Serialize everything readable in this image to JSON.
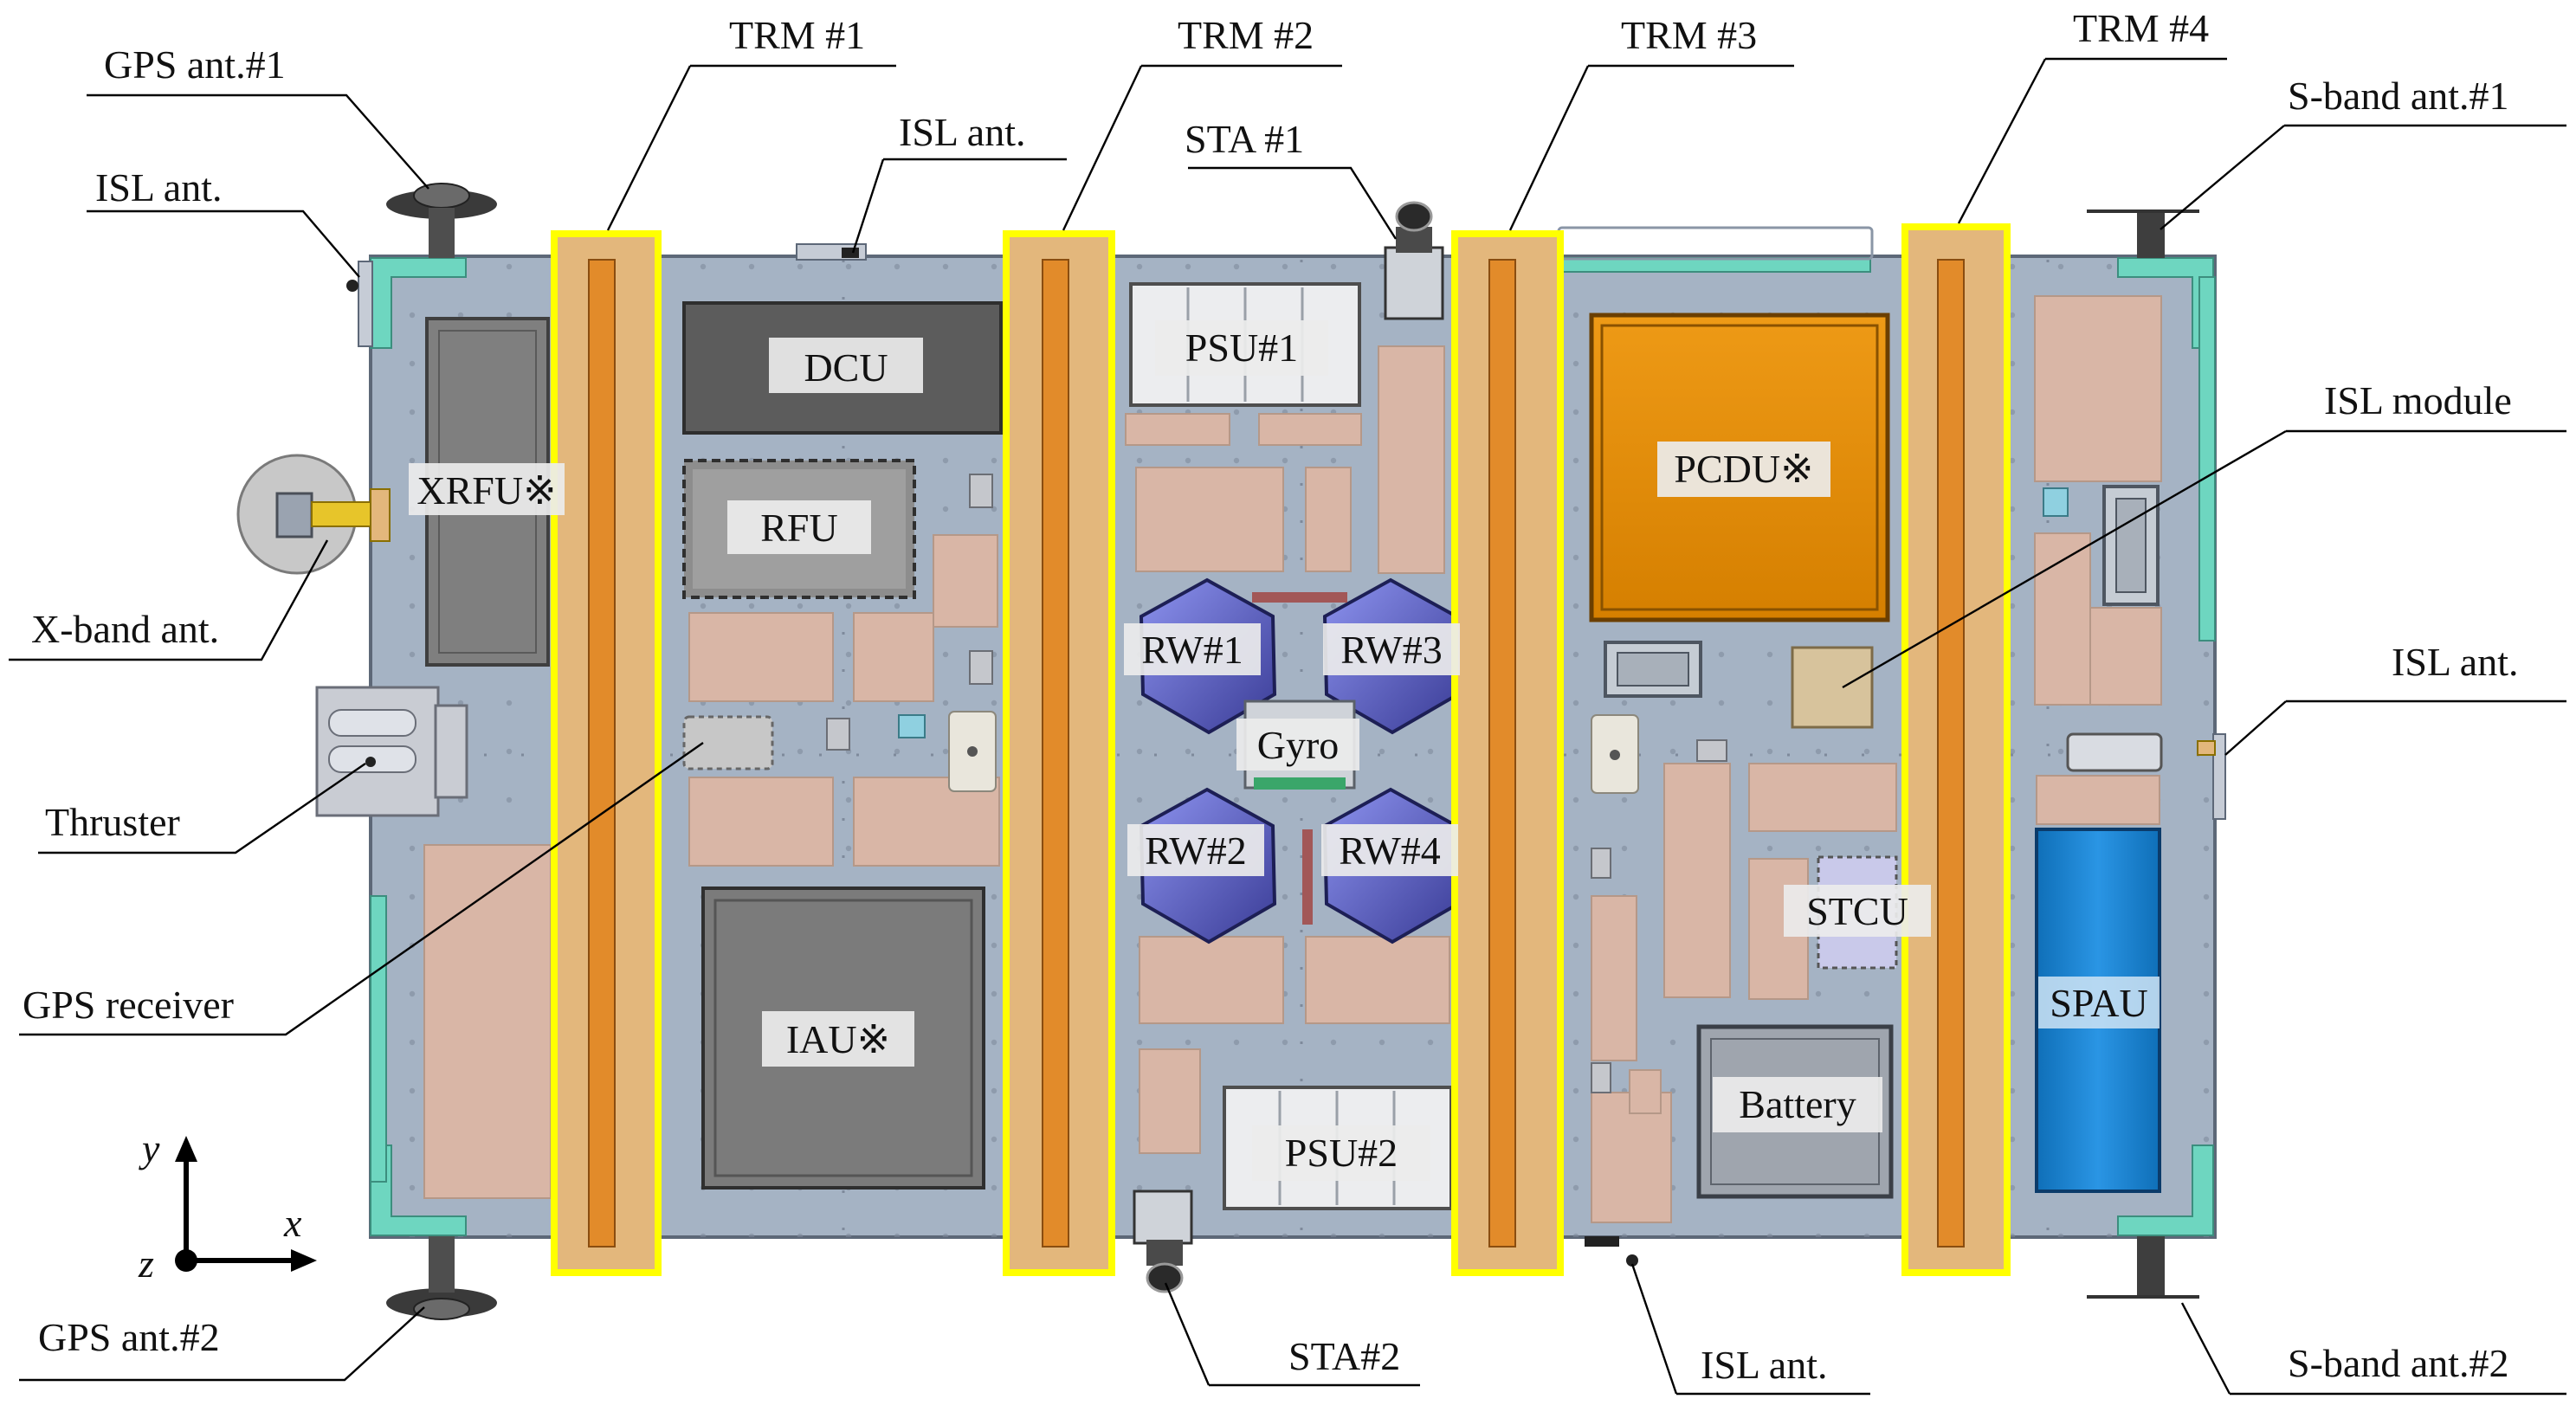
{
  "callouts": {
    "gps_ant_1": "GPS ant.#1",
    "isl_ant_left": "ISL ant.",
    "x_band_ant": "X-band ant.",
    "thruster": "Thruster",
    "gps_receiver": "GPS receiver",
    "gps_ant_2": "GPS ant.#2",
    "trm_1": "TRM #1",
    "trm_2": "TRM #2",
    "trm_3": "TRM #3",
    "trm_4": "TRM #4",
    "isl_ant_top": "ISL ant.",
    "sta_1": "STA #1",
    "sta_2": "STA#2",
    "isl_ant_bottom": "ISL ant.",
    "s_band_ant_1": "S-band ant.#1",
    "isl_module": "ISL module",
    "isl_ant_right": "ISL ant.",
    "s_band_ant_2": "S-band ant.#2"
  },
  "components": {
    "xrfu": "XRFU※",
    "dcu": "DCU",
    "rfu": "RFU",
    "iau": "IAU※",
    "psu_1": "PSU#1",
    "psu_2": "PSU#2",
    "rw_1": "RW#1",
    "rw_2": "RW#2",
    "rw_3": "RW#3",
    "rw_4": "RW#4",
    "gyro": "Gyro",
    "pcdu": "PCDU※",
    "stcu": "STCU",
    "battery": "Battery",
    "spau": "SPAU"
  },
  "axes": {
    "x": "x",
    "y": "y",
    "z": "z"
  },
  "colors": {
    "panel": "#a5b3c4",
    "trm_highlight": "#ffff00",
    "trm_body": "#e3b77c",
    "pcdu": "#e48d05",
    "spau": "#1e8ad8",
    "rail": "#6ed6c0",
    "reaction_wheel": "#5e63c9",
    "dark_box": "#5c5c5c",
    "beige_pad": "#d9b6a6"
  }
}
